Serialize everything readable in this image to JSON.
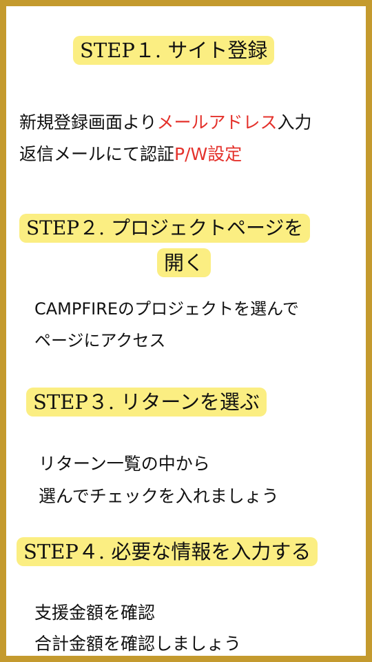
{
  "colors": {
    "border": "#c49a2e",
    "heading_background": "#fbee82",
    "highlight_text": "#e4312b",
    "text": "#111111",
    "background": "#ffffff"
  },
  "steps": [
    {
      "heading": "STEP１. サイト登録",
      "lines": [
        {
          "before": "新規登録画面より",
          "highlight": "メールアドレス",
          "after": "入力"
        },
        {
          "before": "返信メールにて認証",
          "highlight": "P/W設定",
          "after": ""
        }
      ]
    },
    {
      "heading_line1": "STEP２. プロジェクトページを",
      "heading_line2": "開く",
      "lines": [
        "CAMPFIREのプロジェクトを選んで",
        "ページにアクセス"
      ]
    },
    {
      "heading": "STEP３. リターンを選ぶ",
      "lines": [
        "リターン一覧の中から",
        "選んでチェックを入れましょう"
      ]
    },
    {
      "heading": "STEP４. 必要な情報を入力する",
      "lines": [
        "支援金額を確認",
        "合計金額を確認しましょう"
      ]
    }
  ]
}
